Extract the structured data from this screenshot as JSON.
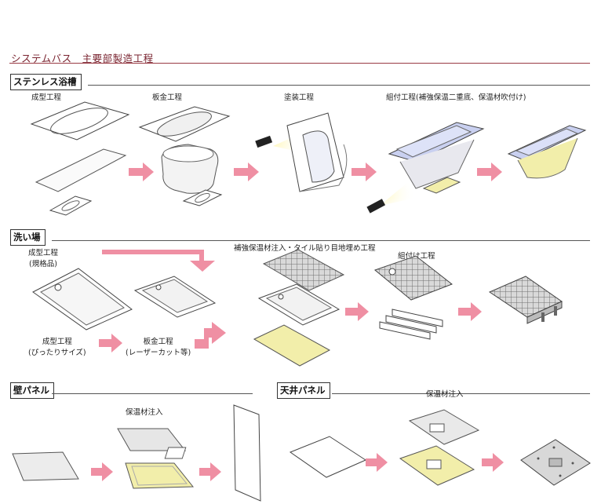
{
  "title": "システムバス　主要部製造工程",
  "sections": {
    "tub": "ステンレス浴槽",
    "floor": "洗い場",
    "wall": "壁パネル",
    "ceiling": "天井パネル"
  },
  "tub_steps": {
    "forming": "成型工程",
    "sheet_metal": "板金工程",
    "painting": "塗装工程",
    "assembly": "組付工程(補強保温二重底、保温材吹付け)"
  },
  "floor_steps": {
    "forming_standard_l1": "成型工程",
    "forming_standard_l2": "(規格品)",
    "forming_fit_l1": "成型工程",
    "forming_fit_l2": "(ぴったりサイズ)",
    "sheet_metal_l1": "板金工程",
    "sheet_metal_l2": "(レーザーカット等)",
    "reinforce": "補強保温材注入・タイル貼り目地埋め工程",
    "assembly": "組付け工程"
  },
  "wall_steps": {
    "insulation": "保温材注入"
  },
  "ceiling_steps": {
    "insulation": "保温材注入"
  },
  "colors": {
    "title": "#7a2430",
    "arrow": "#ef8fa3",
    "tub_blue": "#c9d0f0",
    "insulation_yellow": "#f2eeaa",
    "tile_grid": "#888888"
  }
}
